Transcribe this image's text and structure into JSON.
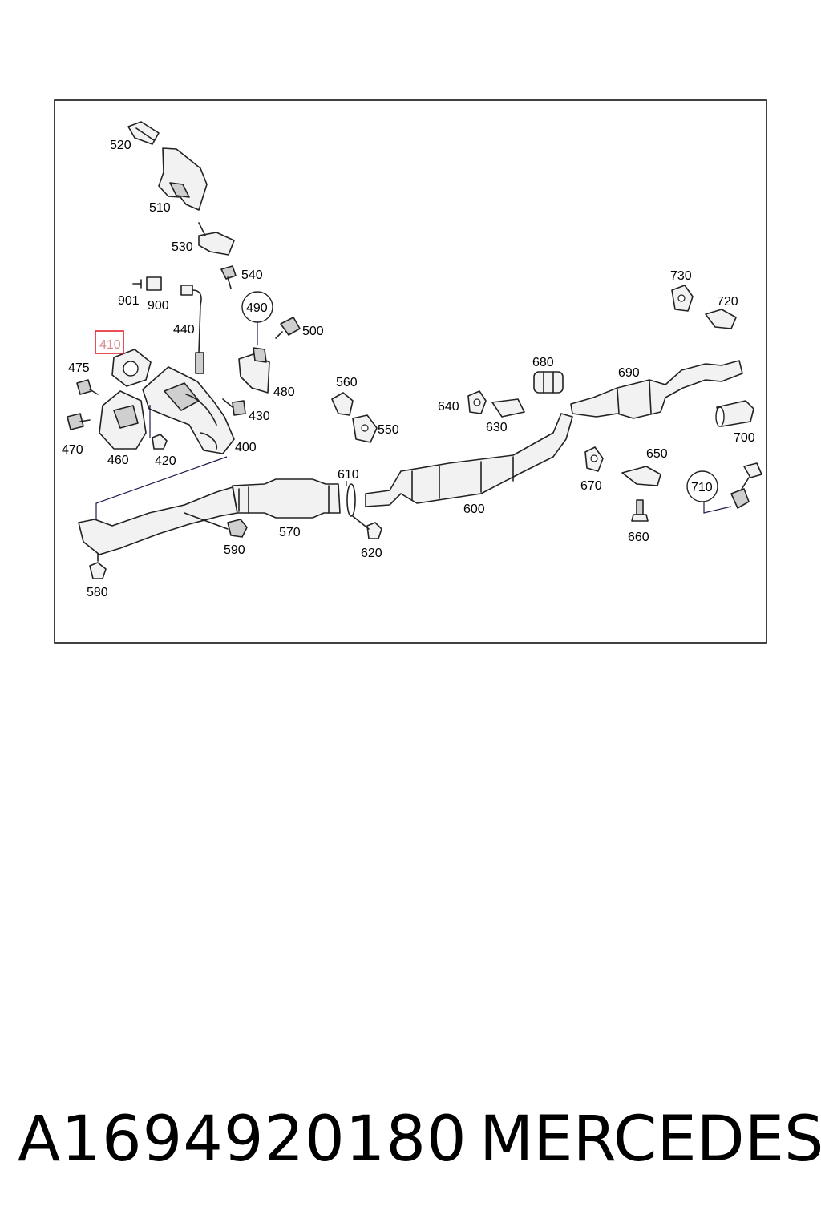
{
  "diagram": {
    "highlight_color": "#e0242a",
    "labels": {
      "p400": "400",
      "p410": "410",
      "p420": "420",
      "p430": "430",
      "p440": "440",
      "p460": "460",
      "p470": "470",
      "p475": "475",
      "p480": "480",
      "p490": "490",
      "p500": "500",
      "p510": "510",
      "p520": "520",
      "p530": "530",
      "p540": "540",
      "p550": "550",
      "p560": "560",
      "p570": "570",
      "p580": "580",
      "p590": "590",
      "p600": "600",
      "p610": "610",
      "p620": "620",
      "p630": "630",
      "p640": "640",
      "p650": "650",
      "p660": "660",
      "p670": "670",
      "p680": "680",
      "p690": "690",
      "p700": "700",
      "p710": "710",
      "p720": "720",
      "p730": "730",
      "p900": "900",
      "p901": "901"
    }
  },
  "footer": {
    "part_number": "A1694920180",
    "brand": "MERCEDES"
  }
}
